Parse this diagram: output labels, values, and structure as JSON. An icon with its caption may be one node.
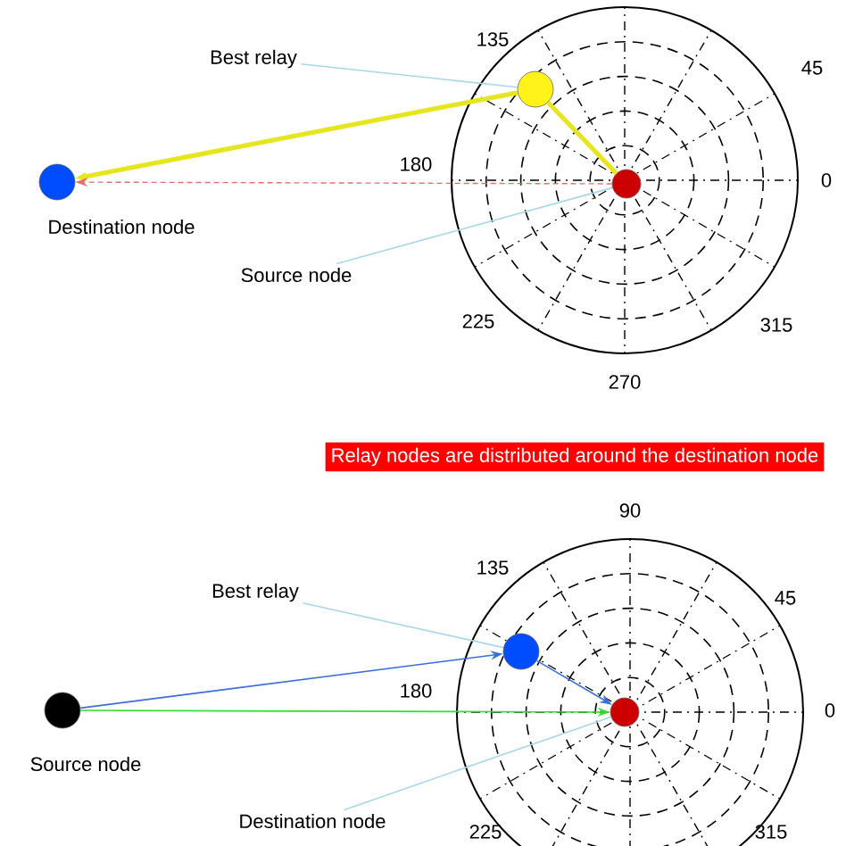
{
  "diagram": {
    "nodes": [
      {
        "text": [
          "Best relay"
        ]
      },
      {
        "text": [],
        "shape": "circle"
      },
      {
        "text": [],
        "shape": "circle",
        "beside": [
          "Destination node"
        ]
      },
      {
        "text": [],
        "shape": "circle"
      },
      {
        "text": [
          "Source node"
        ]
      },
      {
        "text": [
          "Relay nodes are distributed around the destination node"
        ]
      },
      {
        "text": [
          "Best relay"
        ]
      },
      {
        "text": [],
        "shape": "circle"
      },
      {
        "text": [],
        "shape": "circle",
        "beside": [
          "Source node"
        ]
      },
      {
        "text": [],
        "shape": "circle"
      },
      {
        "text": [
          "Destination node"
        ]
      }
    ],
    "edges": [
      {
        "from": 0,
        "to": 1,
        "arrow": "none",
        "color": "#a8d8e8"
      },
      {
        "from": 1,
        "to": 2,
        "arrow": "to",
        "style": "thick",
        "color": "#e6e620"
      },
      {
        "from": 3,
        "to": 1,
        "arrow": "none",
        "style": "thick",
        "color": "#e6e620"
      },
      {
        "from": 3,
        "to": 2,
        "arrow": "to",
        "style": "dashed",
        "color": "#e07070"
      },
      {
        "from": 4,
        "to": 3,
        "arrow": "none",
        "color": "#a8d8e8"
      },
      {
        "from": 6,
        "to": 7,
        "arrow": "none",
        "color": "#a8d8e8"
      },
      {
        "from": 8,
        "to": 7,
        "arrow": "to",
        "color": "#3a6fd8"
      },
      {
        "from": 7,
        "to": 9,
        "arrow": "to",
        "color": "#3a6fd8"
      },
      {
        "from": 8,
        "to": 9,
        "arrow": "to",
        "color": "#33dd33"
      },
      {
        "from": 10,
        "to": 9,
        "arrow": "none",
        "color": "#a8d8e8"
      }
    ],
    "labels": [
      "135",
      "45",
      "180",
      "0",
      "225",
      "315",
      "270",
      "90",
      "135",
      "45",
      "180",
      "0",
      "225",
      "315"
    ]
  }
}
